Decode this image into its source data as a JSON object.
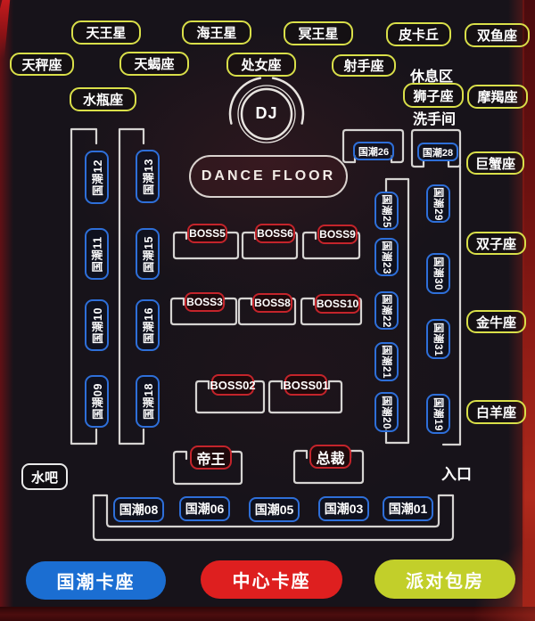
{
  "map": {
    "labels": {
      "dj": "DJ",
      "danceFloor": "DANCE FLOOR",
      "restArea": "休息区",
      "restroom": "洗手间",
      "entrance": "入口",
      "waterBar": "水吧"
    },
    "partyRooms": [
      "天王星",
      "海王星",
      "冥王星",
      "皮卡丘",
      "双鱼座",
      "天秤座",
      "天蝎座",
      "处女座",
      "射手座",
      "水瓶座",
      "狮子座",
      "摩羯座",
      "巨蟹座",
      "双子座",
      "金牛座",
      "白羊座"
    ],
    "leftCol1": [
      "国潮12",
      "国潮11",
      "国潮10",
      "国潮09"
    ],
    "leftCol2": [
      "国潮13",
      "国潮15",
      "国潮16",
      "国潮18"
    ],
    "rightInnerCol": [
      "国潮25",
      "国潮23",
      "国潮22",
      "国潮21",
      "国潮20"
    ],
    "rightOuterCol": [
      "国潮29",
      "国潮30",
      "国潮31",
      "国潮19"
    ],
    "topRightTables": [
      "国潮26",
      "国潮28"
    ],
    "bottomRow": [
      "国潮08",
      "国潮06",
      "国潮05",
      "国潮03",
      "国潮01"
    ],
    "bossRow1": [
      "BOSS5",
      "BOSS6",
      "BOSS9"
    ],
    "bossRow2": [
      "BOSS3",
      "BOSS8",
      "BOSS10"
    ],
    "bossRow3": [
      "BOSS02",
      "BOSS01"
    ],
    "vip": [
      "帝王",
      "总裁"
    ]
  },
  "legend": {
    "items": [
      {
        "label": "国潮卡座",
        "color": "#1b6ed2"
      },
      {
        "label": "中心卡座",
        "color": "#de1f1f"
      },
      {
        "label": "派对包房",
        "color": "#c2cf2a"
      }
    ]
  },
  "colors": {
    "background": "#17131a",
    "wall": "#d6d4d2",
    "tableBlue": "#2e6fd9",
    "bossRed": "#c4242b",
    "roomYellow": "#d9df49",
    "edgeRed": "#8f1c15"
  }
}
